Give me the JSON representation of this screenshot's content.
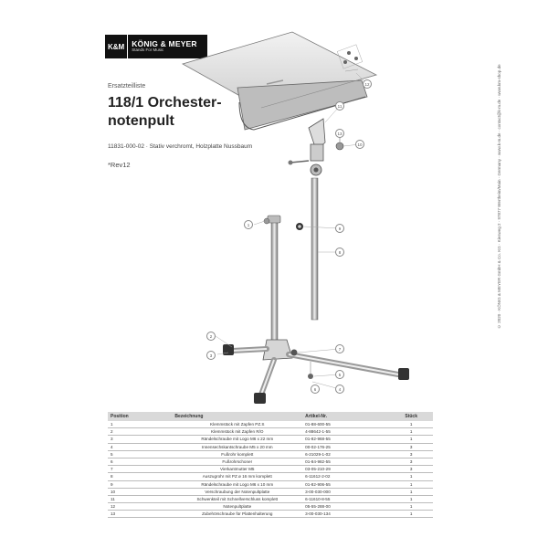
{
  "brand": {
    "monogram": "K&M",
    "name": "KÖNIG & MEYER",
    "tagline": "Stands For Music"
  },
  "document": {
    "label": "Ersatzteilliste",
    "title_line1": "118/1 Orchester-",
    "title_line2": "notenpult",
    "subtitle": "11831-000-02 · Stativ verchromt, Holzplatte Nussbaum",
    "revision": "*Rev12"
  },
  "side_note": "© 2020 · KÖNIG & MEYER GmbH & Co. KG · Kiesweg 2 · 97877 Wertheim/Main · Germany · www.k-m.de · contact@k-m.de · www.km-shop.de",
  "callouts": [
    "1",
    "2",
    "3",
    "4",
    "5",
    "6",
    "7",
    "8",
    "9",
    "10",
    "11",
    "12",
    "13"
  ],
  "table": {
    "headers": [
      "Position",
      "Bezeichnung",
      "Artikel-Nr.",
      "Stück"
    ],
    "rows": [
      [
        "1",
        "Klemmstück mit Zapfen PZ.S",
        "01-88-600-55",
        "1"
      ],
      [
        "2",
        "Klemmstück mit Zapfen R/O",
        "4-88642-1-55",
        "1"
      ],
      [
        "3",
        "Rändelschraube mit Logo M6 x 22 mm",
        "01-82-968-55",
        "1"
      ],
      [
        "4",
        "Innensechskantschraube M5 x 20 mm",
        "00-02-176-25",
        "3"
      ],
      [
        "5",
        "Fußrohr komplett",
        "6-21029-1-02",
        "3"
      ],
      [
        "6",
        "Fußrohrschoner",
        "01-84-982-55",
        "3"
      ],
      [
        "7",
        "Vierkantmutter M5",
        "03-05-210-29",
        "3"
      ],
      [
        "8",
        "Auszugrohr mit PZ ø 16 mm komplett",
        "6-11612-2-02",
        "1"
      ],
      [
        "9",
        "Rändelschraube mit Logo M6 x 10 mm",
        "01-82-906-55",
        "1"
      ],
      [
        "10",
        "Verschraubung der Notenpultplatte",
        "3-00-030-000",
        "1"
      ],
      [
        "11",
        "Schwenkteil mit Schnellverschluss komplett",
        "6-11610-8-55",
        "1"
      ],
      [
        "12",
        "Notenpultplatte",
        "05-55-288-00",
        "1"
      ],
      [
        "13",
        "Zubehörschraube für Plattenhalterung",
        "3-00-030-134",
        "1"
      ]
    ]
  }
}
